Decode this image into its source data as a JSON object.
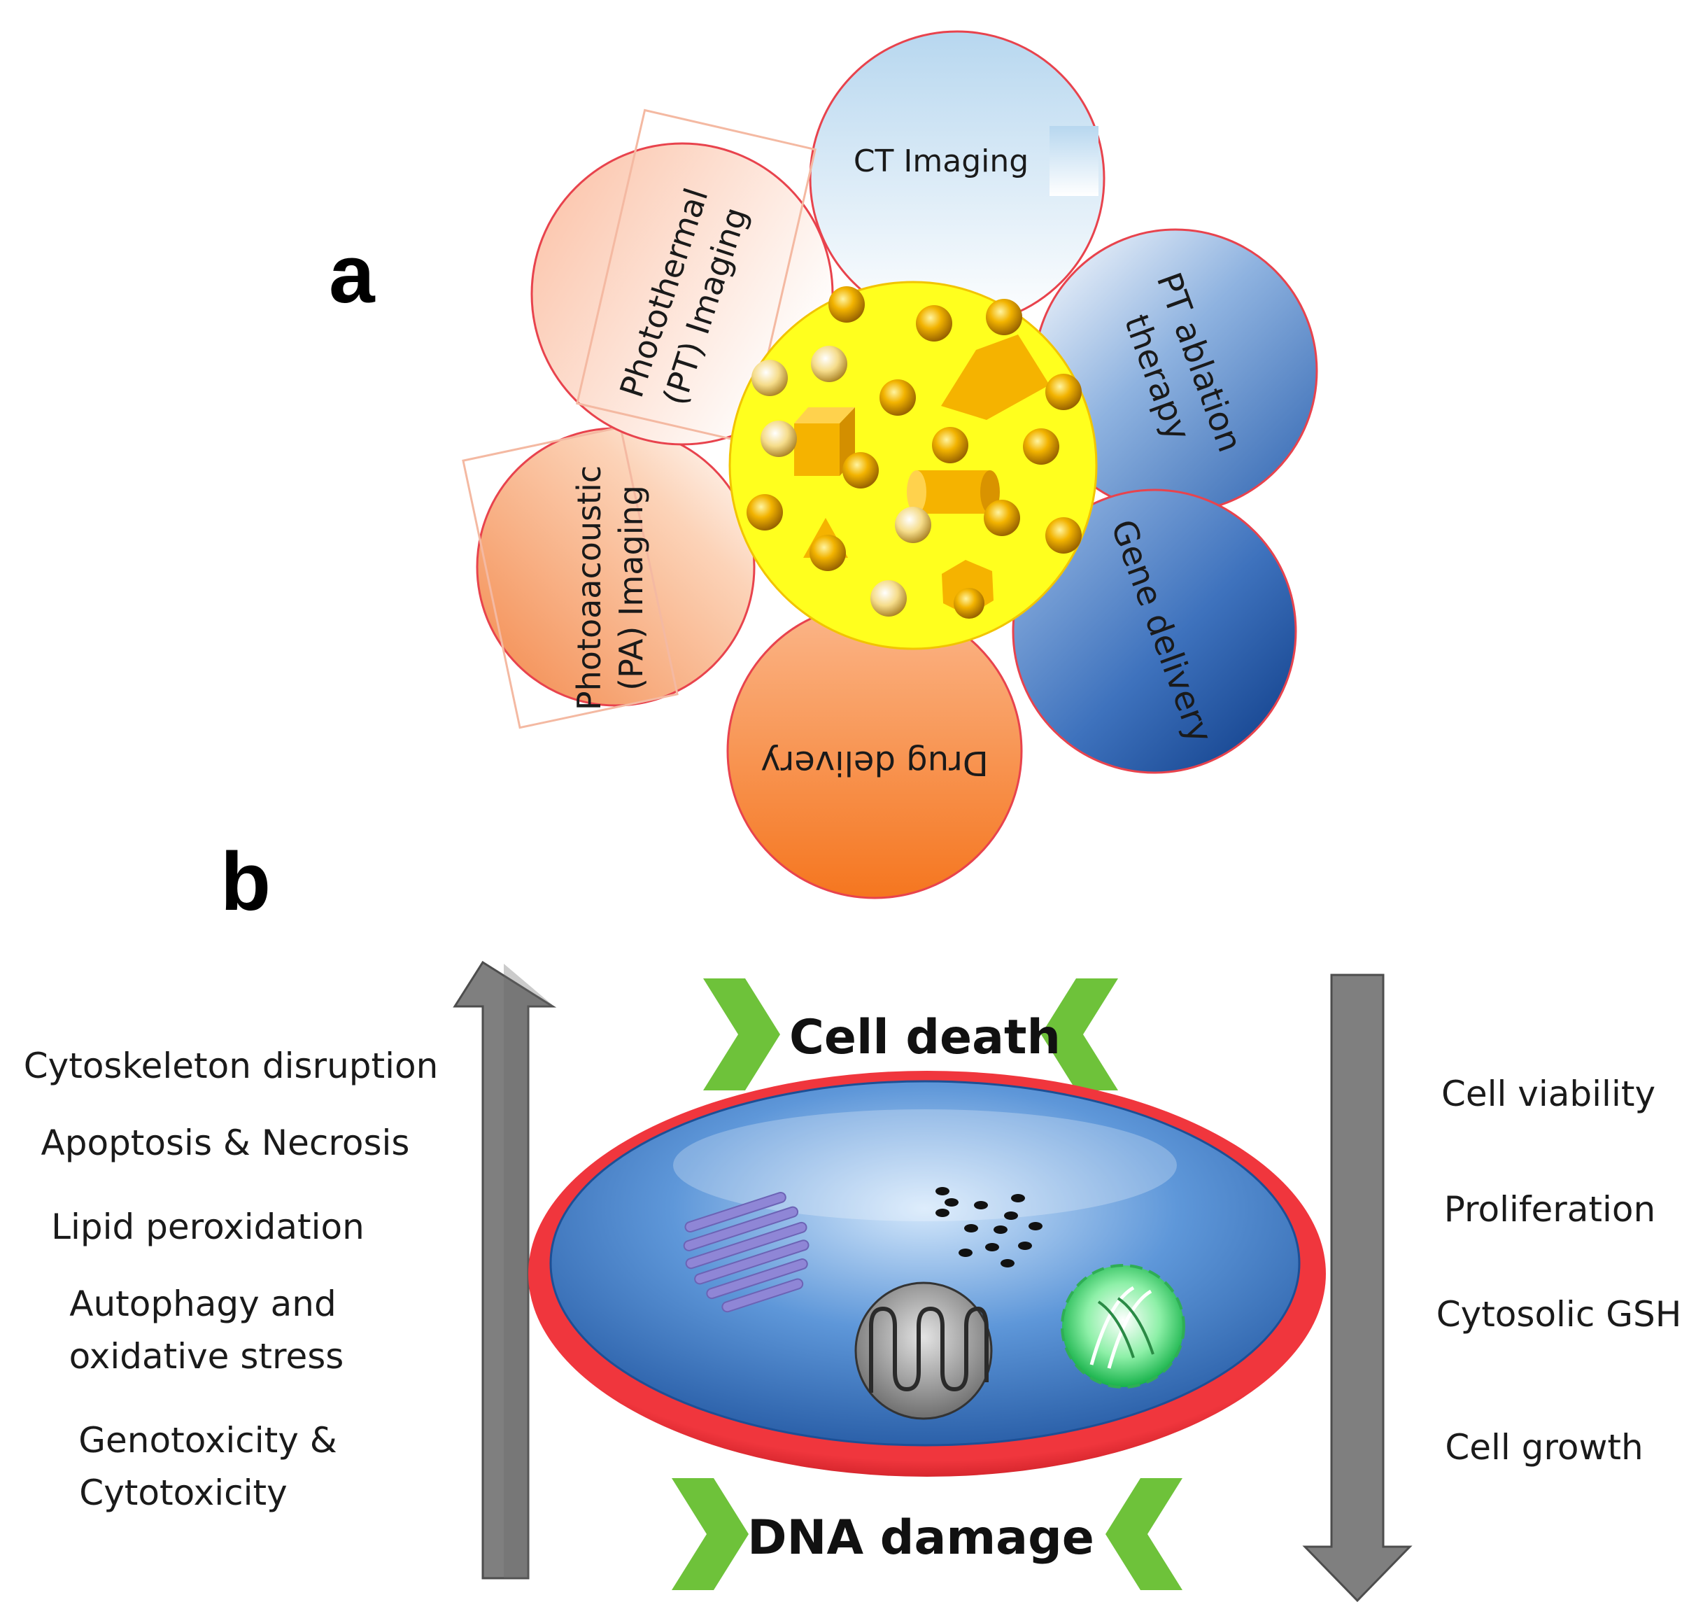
{
  "panel_a": {
    "letter": "a",
    "petals": {
      "ct": "CT Imaging",
      "pt_ablation_line1": "PT ablation",
      "pt_ablation_line2": "therapy",
      "gene": "Gene delivery",
      "drug": "Drug delivery",
      "pa_line1": "Photoaacoustic",
      "pa_line2": "(PA) Imaging",
      "pt_imaging_line1": "Photothermal",
      "pt_imaging_line2": "(PT) Imaging"
    }
  },
  "panel_b": {
    "letter": "b",
    "top_label": "Cell death",
    "bottom_label": "DNA damage",
    "increased_effects": [
      "Cytoskeleton disruption",
      "Apoptosis & Necrosis",
      "Lipid peroxidation",
      "Autophagy and",
      "oxidative stress",
      "Genotoxicity &",
      "Cytotoxicity"
    ],
    "decreased_effects": [
      "Cell viability",
      "Proliferation",
      "Cytosolic GSH",
      "Cell growth"
    ]
  },
  "colors": {
    "core_yellow": "#ffff1e",
    "petal_border": "#e8434d",
    "arrow_gray": "#7f7f7f",
    "chevron_green": "#6ec23a",
    "cell_membrane_red": "#d8141c",
    "cell_blue": "#2f6fbf"
  }
}
